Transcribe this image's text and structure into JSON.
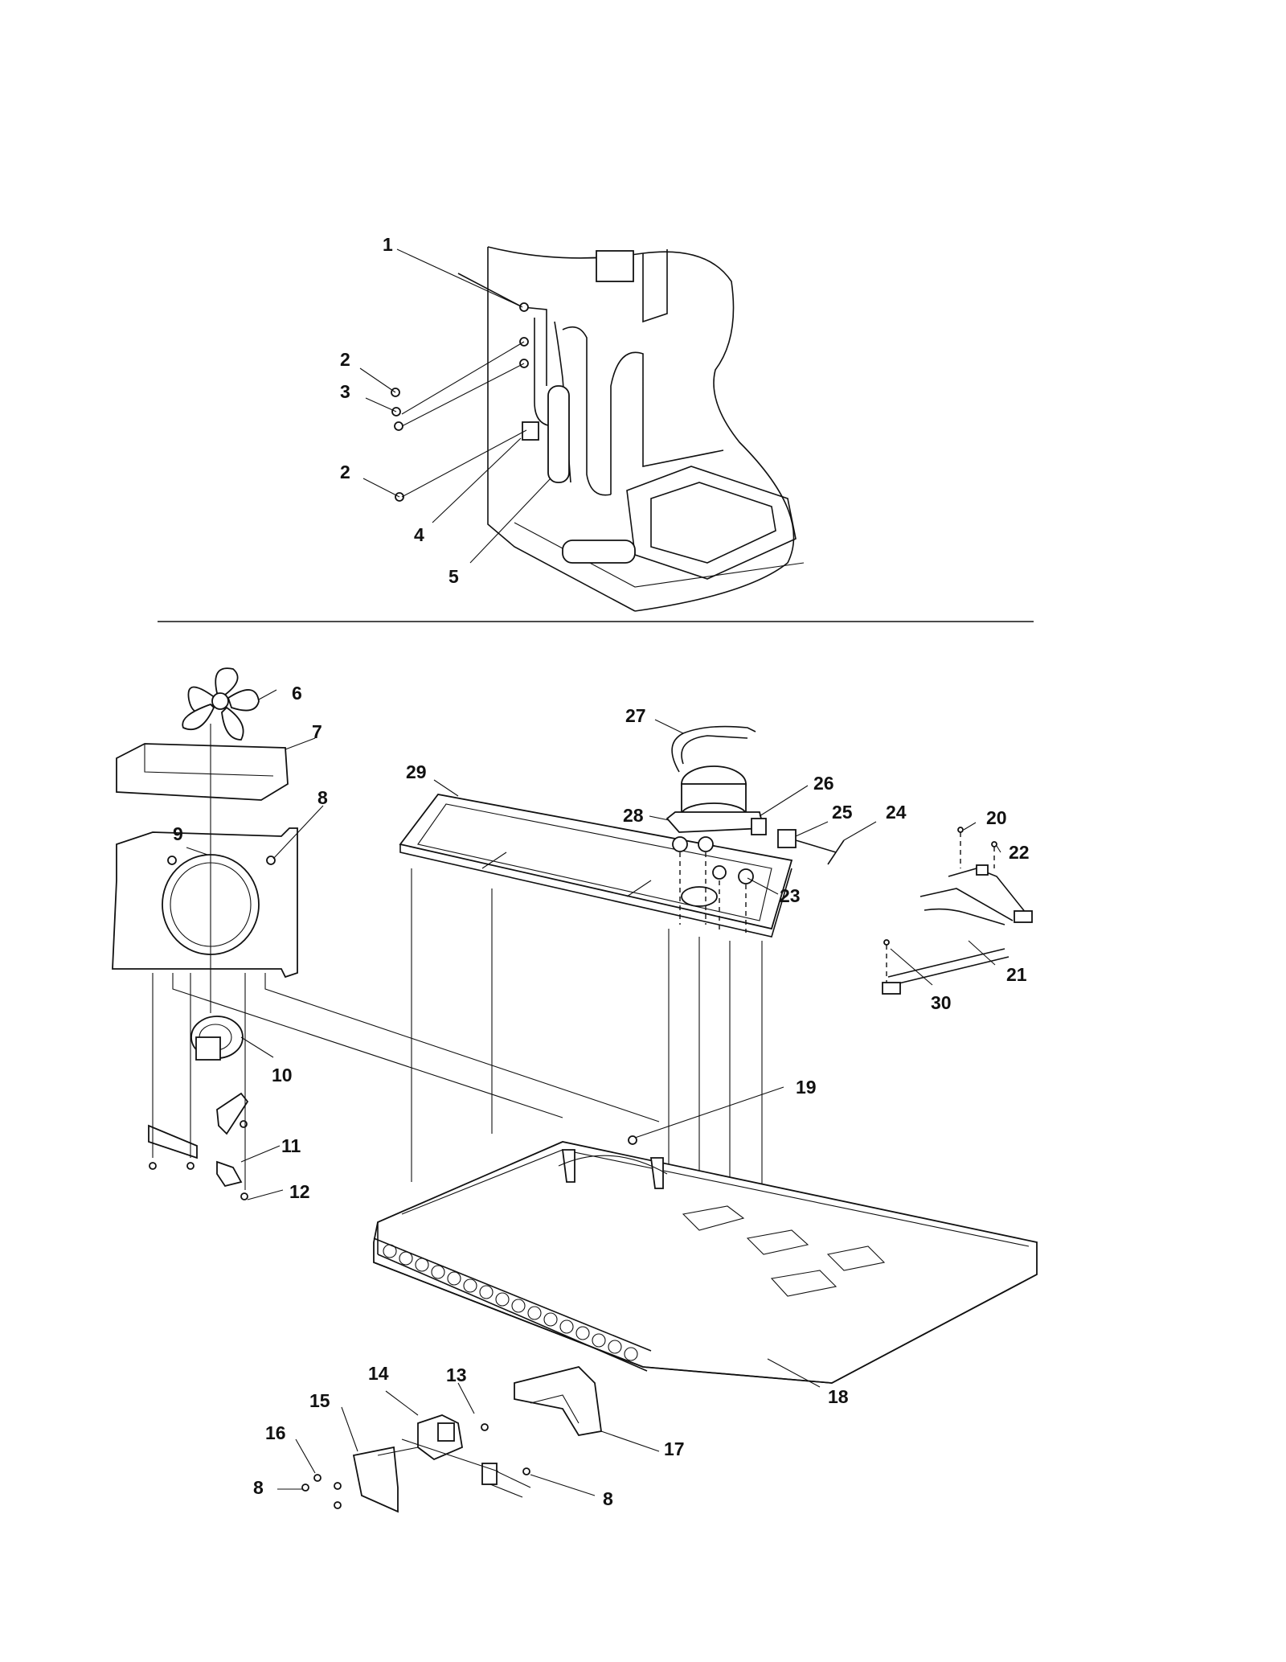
{
  "callouts": {
    "c1": "1",
    "c2a": "2",
    "c3": "3",
    "c2b": "2",
    "c4": "4",
    "c5": "5",
    "c6": "6",
    "c7": "7",
    "c8a": "8",
    "c9": "9",
    "c10": "10",
    "c11": "11",
    "c12": "12",
    "c13": "13",
    "c14": "14",
    "c15": "15",
    "c16": "16",
    "c8b": "8",
    "c8c": "8",
    "c17": "17",
    "c18": "18",
    "c19": "19",
    "c20": "20",
    "c21": "21",
    "c22": "22",
    "c23": "23",
    "c24": "24",
    "c25": "25",
    "c26": "26",
    "c27": "27",
    "c28": "28",
    "c29": "29",
    "c30": "30"
  }
}
